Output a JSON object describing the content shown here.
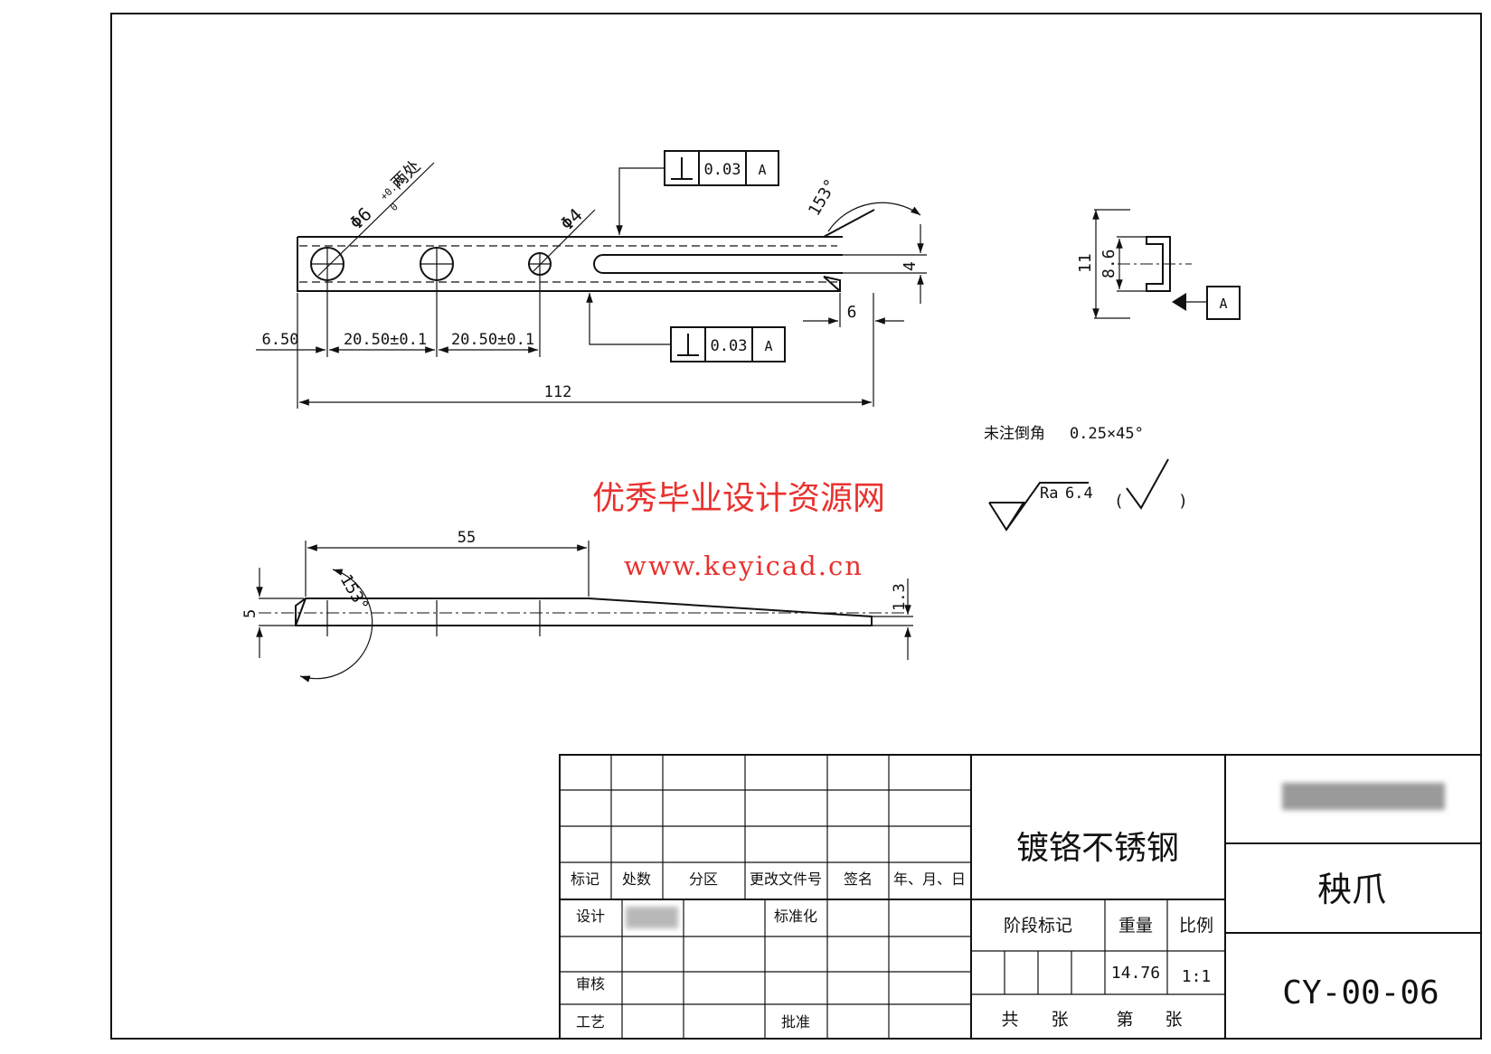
{
  "top_view": {
    "hole_dim_diameter": "Φ6",
    "hole_tol_upper": "+0.25",
    "hole_tol_lower": "0",
    "hole_note": "两处",
    "small_hole_dim": "Φ4",
    "angle_top": "153°",
    "slot_width": "4",
    "tip_offset": "6",
    "dim_first_hole": "6.50",
    "dim_pitch_1": "20.50±0.1",
    "dim_pitch_2": "20.50±0.1",
    "overall_length": "112",
    "perp_tol_top": {
      "value": "0.03",
      "datum": "A"
    },
    "perp_tol_bottom": {
      "value": "0.03",
      "datum": "A"
    }
  },
  "side_view": {
    "height_outer": "11",
    "height_inner": "8.6",
    "datum_label": "A"
  },
  "notes": {
    "chamfer_label": "未注倒角",
    "chamfer_value": "0.25×45°",
    "roughness_label": "Ra",
    "roughness_value": "6.4",
    "paren_open": "(",
    "paren_close": ")"
  },
  "watermark": {
    "text": "优秀毕业设计资源网",
    "url": "www.keyicad.cn",
    "color": "#e8322f"
  },
  "front_view": {
    "length_55": "55",
    "angle": "153°",
    "thickness": "5",
    "tip_thickness": "1.3"
  },
  "title_block": {
    "material": "镀铬不锈钢",
    "part_name": "秧爪",
    "drawing_no": "CY-00-06",
    "header_labels": [
      "标记",
      "处数",
      "分区",
      "更改文件号",
      "签名",
      "年、月、日"
    ],
    "design": "设计",
    "standardize": "标准化",
    "review": "审核",
    "process": "工艺",
    "approve": "批准",
    "stage_mark": "阶段标记",
    "weight_label": "重量",
    "scale_label": "比例",
    "weight_value": "14.76",
    "scale_value": "1:1",
    "total_label": "共",
    "sheets_label": "张",
    "page_label": "第",
    "page_sheets_label": "张"
  }
}
